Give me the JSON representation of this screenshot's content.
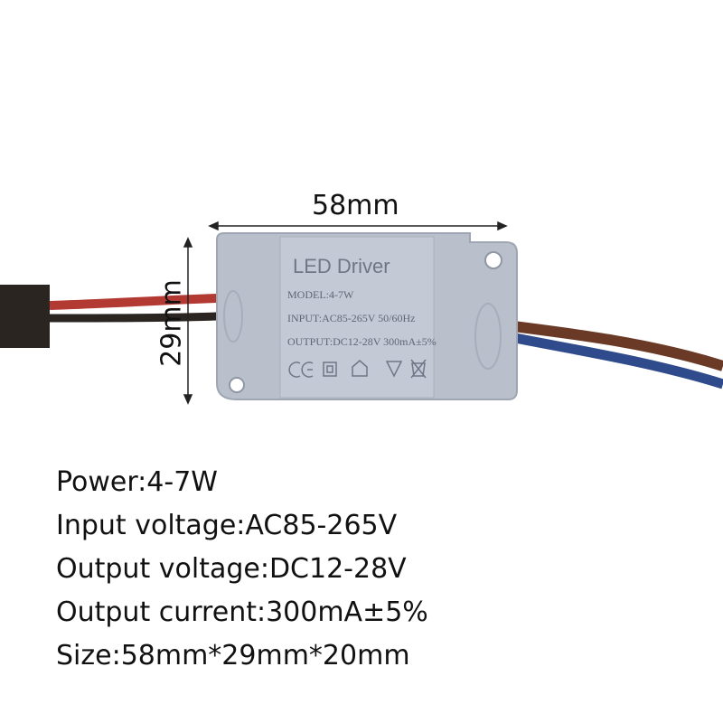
{
  "dimensions": {
    "width_label": "58mm",
    "height_label": "29mm"
  },
  "label": {
    "title": "LED Driver",
    "model": "MODEL:4-7W",
    "input": "INPUT:AC85-265V 50/60Hz",
    "output": "OUTPUT:DC12-28V 300mA±5%"
  },
  "specs": [
    "Power:4-7W",
    "Input voltage:AC85-265V",
    "Output voltage:DC12-28V",
    "Output current:300mA±5%",
    "Size:58mm*29mm*20mm"
  ],
  "colors": {
    "housing": "#b9c0cc",
    "wire_red": "#b33a32",
    "wire_brown": "#6a3a26",
    "wire_blue": "#2f4b8c",
    "connector": "#2b2522"
  }
}
